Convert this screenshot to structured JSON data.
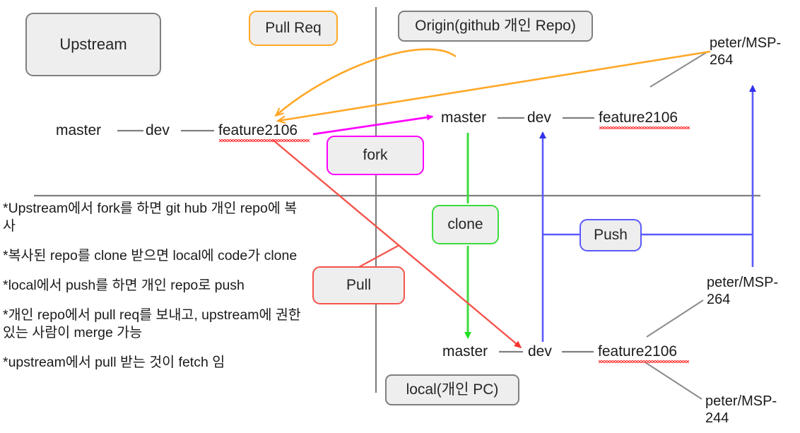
{
  "diagram": {
    "title": "Git fork / clone / push / pull-request workflow",
    "colors": {
      "box_fill": "#eeeeee",
      "gray": "#7f7f7f",
      "orange": "#ffa726",
      "magenta": "#ff00ff",
      "green": "#3ddc3d",
      "red": "#f4544b",
      "blue": "#5a5aff",
      "text": "#1a1a1a"
    }
  },
  "zones": {
    "upstream": "Upstream",
    "origin": "Origin(github 개인 Repo)",
    "local": "local(개인 PC)"
  },
  "actions": {
    "pull_req": "Pull Req",
    "fork": "fork",
    "clone": "clone",
    "pull": "Pull",
    "push": "Push"
  },
  "branches": {
    "upstream_row": [
      "master",
      "dev",
      "feature2106"
    ],
    "origin_row": [
      "master",
      "dev",
      "feature2106"
    ],
    "local_row": [
      "master",
      "dev",
      "feature2106"
    ]
  },
  "tickets": {
    "origin_feature": "peter/MSP-264",
    "local_feature_upper": "peter/MSP-264",
    "local_feature_lower": "peter/MSP-244"
  },
  "notes": [
    "*Upstream에서 fork를 하면 git hub 개인 repo에 복사",
    "*복사된 repo를 clone 받으면 local에 code가 clone",
    "*local에서 push를 하면 개인 repo로 push",
    "*개인 repo에서 pull req를 보내고, upstream에 권한있는 사람이 merge 가능",
    "*upstream에서 pull 받는 것이 fetch 임"
  ]
}
